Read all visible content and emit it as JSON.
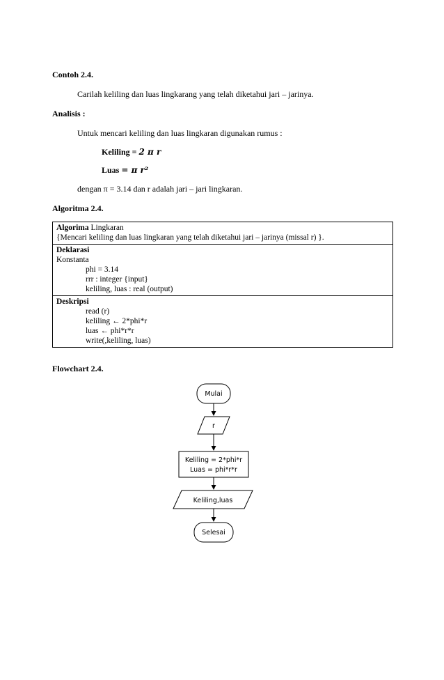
{
  "contoh": {
    "heading": "Contoh  2.4.",
    "text": "Carilah  keliling  dan luas  lingkarang  yang  telah  diketahui  jari – jarinya."
  },
  "analisis": {
    "heading": "Analisis :",
    "intro": "Untuk  mencari  keliling  dan luas  lingkaran  digunakan  rumus  :",
    "formula_keliling_label": "Keliling =",
    "formula_keliling_expr": "2 π r",
    "formula_luas_label": "Luas",
    "formula_luas_expr": "= π r²",
    "note": "dengan π = 3.14 dan r adalah jari – jari lingkaran."
  },
  "algoritma": {
    "heading": "Algoritma  2.4.",
    "header_keyword": "Algorima",
    "header_name": " Lingkaran",
    "header_desc": "{Mencari  keliling  dan luas  lingkaran  yang  telah  diketahui  jari – jarinya  (missal  r) }.",
    "deklarasi_title": "Deklarasi",
    "deklarasi_lines": {
      "l0": "Konstanta",
      "l1": "phi = 3.14",
      "l2": "rrr : integer   {input}",
      "l3": "keliling,  luas  : real (output)"
    },
    "deskripsi_title": "Deskripsi",
    "deskripsi_lines": {
      "l1": "read  (r)",
      "l2": "keliling  ← 2*phi*r",
      "l3": "luas  ← phi*r*r",
      "l4": "write(,keliling,  luas)"
    }
  },
  "flowchart": {
    "heading": "Flowchart  2.4.",
    "start": "Mulai",
    "input": "r",
    "process_line1": "Keliling = 2*phi*r",
    "process_line2": "Luas = phi*r*r",
    "output": "Keliling,luas",
    "end": "Selesai"
  }
}
